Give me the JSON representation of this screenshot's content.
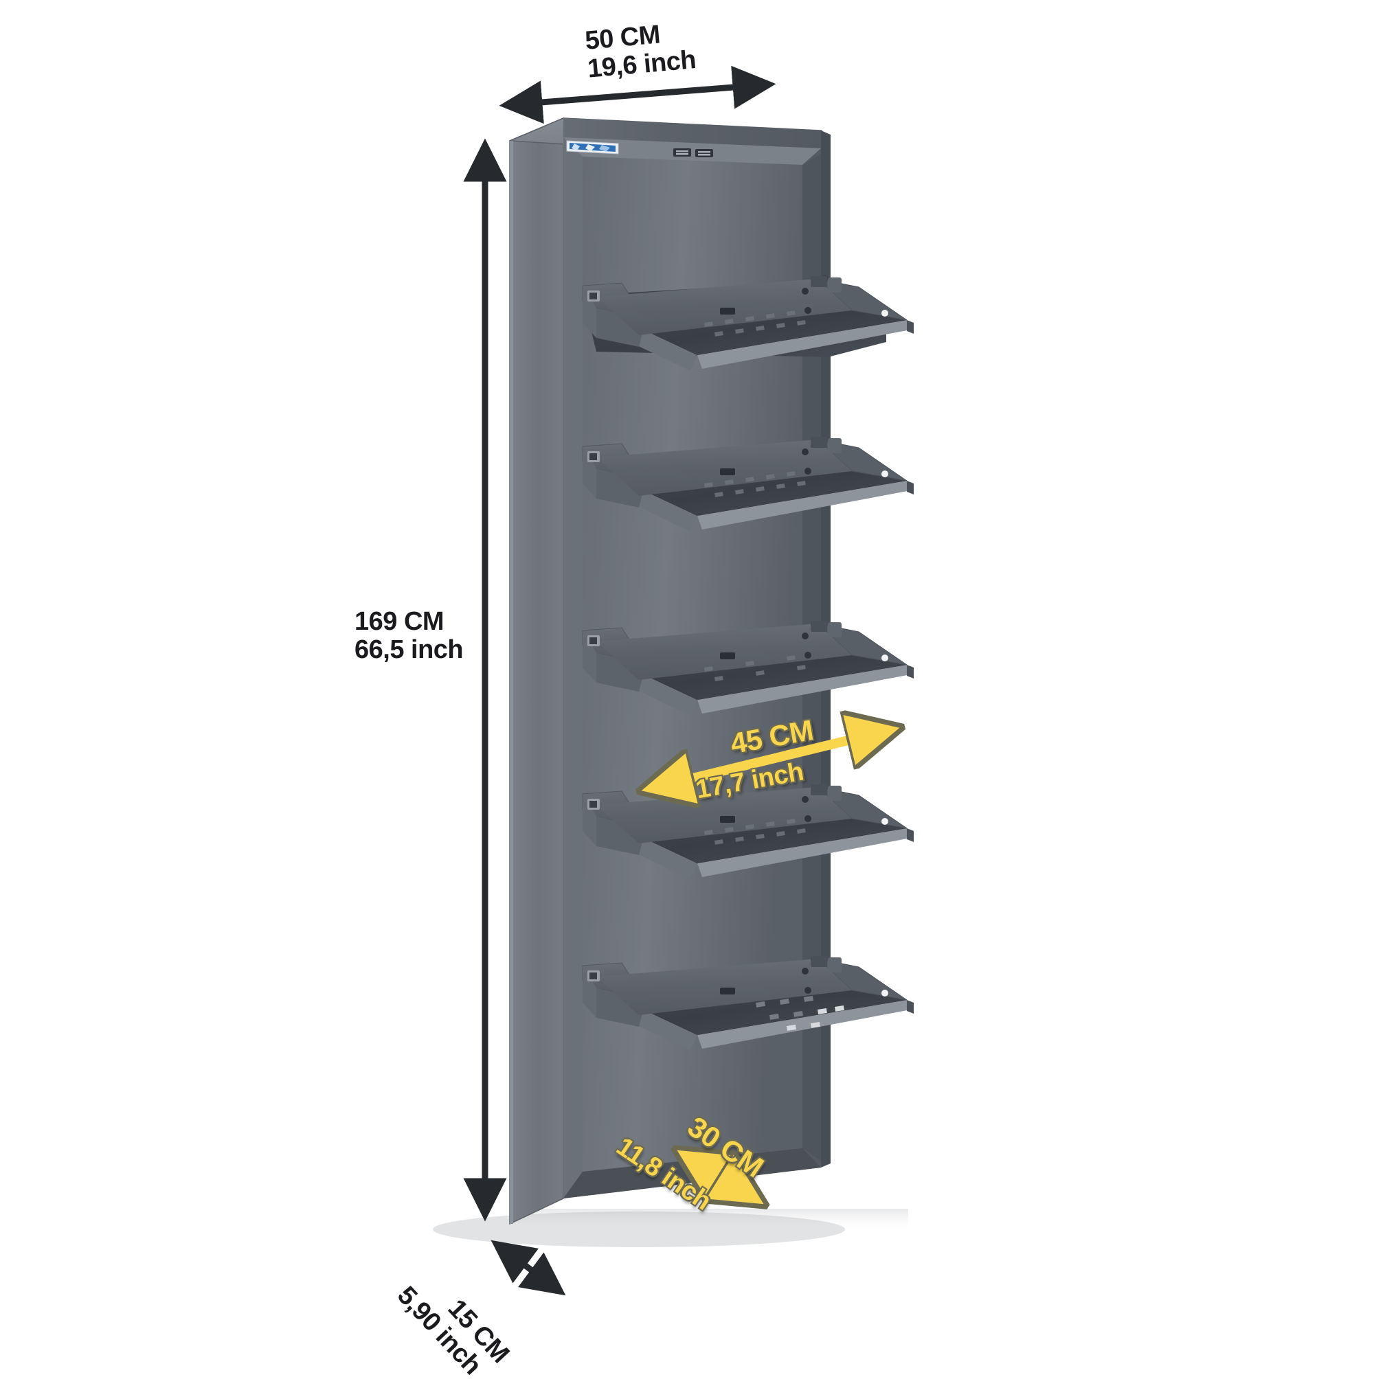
{
  "product": {
    "name": "metal-shoe-cabinet",
    "description": "Grey metal 5-tier flip-down shoe storage cabinet shown in 3D perspective with dimension callouts",
    "drawer_count": 5,
    "body_color": "#5e646b",
    "side_panel_color": "#71767c",
    "interior_color": "#484d54",
    "drawer_face_color": "#5a6067",
    "drawer_tray_color": "#3c4148",
    "edge_highlight_color": "#9aa0a6"
  },
  "dimensions": {
    "width": {
      "name": "overall-width",
      "cm": "50 CM",
      "inch": "19,6 inch",
      "arrow_style": "double-headed",
      "color": "#1b1b1f",
      "rotation_deg": -6
    },
    "height": {
      "name": "overall-height",
      "cm": "169 CM",
      "inch": "66,5 inch",
      "arrow_style": "double-headed",
      "color": "#1b1b1f",
      "rotation_deg": 0
    },
    "depth": {
      "name": "overall-depth",
      "cm": "15 CM",
      "inch": "5,90 inch",
      "arrow_style": "double-headed",
      "color": "#1b1b1f",
      "rotation_deg": 47
    },
    "drawer_width": {
      "name": "drawer-inner-width",
      "cm": "45 CM",
      "inch": "17,7 inch",
      "arrow_style": "double-headed",
      "color": "#F8D54C",
      "rotation_deg": -9
    },
    "drawer_depth": {
      "name": "drawer-inner-depth",
      "cm": "30 CM",
      "inch": "11,8 inch",
      "arrow_style": "double-headed",
      "color": "#F8D54C",
      "rotation_deg": 33
    }
  },
  "details": {
    "brand_sticker": "blue-label-sticker",
    "top_vents": "two-slot-vents"
  }
}
